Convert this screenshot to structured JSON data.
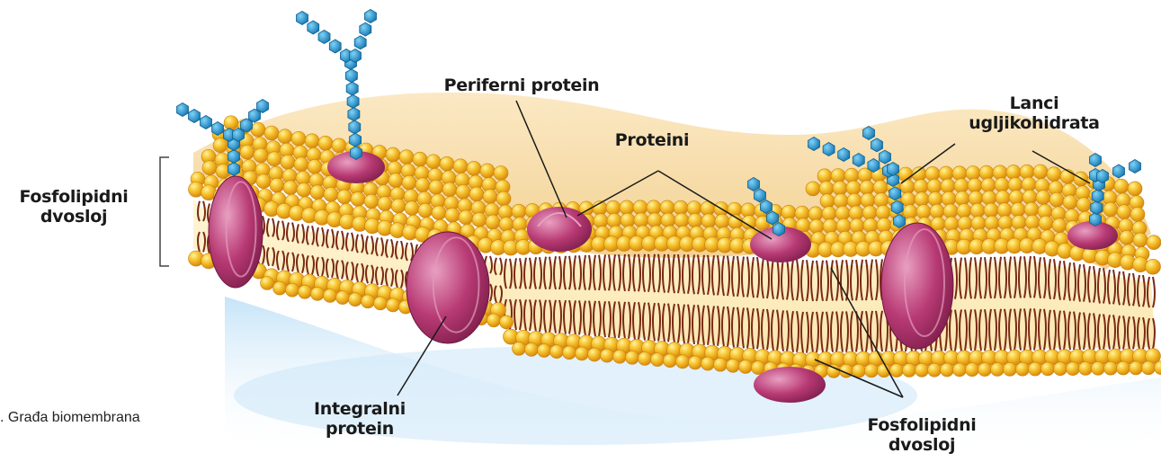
{
  "labels": {
    "bilayer_left": [
      "Fosfolipidni",
      "dvosloj"
    ],
    "peripheral": "Periferni protein",
    "proteins": "Proteini",
    "carbohydrate": [
      "Lanci",
      "ugljikohidrata"
    ],
    "integral": [
      "Integralni",
      "protein"
    ],
    "bilayer_bottom": [
      "Fosfolipidni",
      "dvosloj"
    ]
  },
  "caption": ". Građa biomembrana",
  "colors": {
    "head": "#f2b21c",
    "head_highlight": "#ffe56a",
    "tail": "#7a2a14",
    "protein": "#b63a72",
    "protein_light": "#e07aa6",
    "sugar": "#1f9fd8",
    "membrane_back": "#f6d79a",
    "shadow": "#bfe0f6"
  }
}
